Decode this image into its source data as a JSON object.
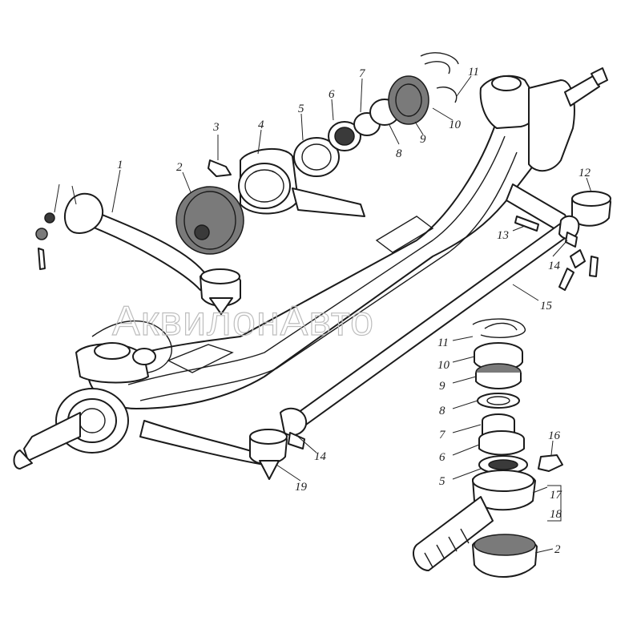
{
  "watermark": "АквилонАвто",
  "callouts": {
    "c1": "1",
    "c2_top": "2",
    "c3": "3",
    "c4": "4",
    "c5_top": "5",
    "c6_top": "6",
    "c7_top": "7",
    "c8_top": "8",
    "c9_top": "9",
    "c10_top": "10",
    "c11_top": "11",
    "c12": "12",
    "c13": "13",
    "c14_right": "14",
    "c15": "15",
    "c11_bot": "11",
    "c10_bot": "10",
    "c9_bot": "9",
    "c8_bot": "8",
    "c7_bot": "7",
    "c6_bot": "6",
    "c5_bot": "5",
    "c16": "16",
    "c17": "17",
    "c18": "18",
    "c2_bot": "2",
    "c14_left": "14",
    "c19": "19"
  }
}
